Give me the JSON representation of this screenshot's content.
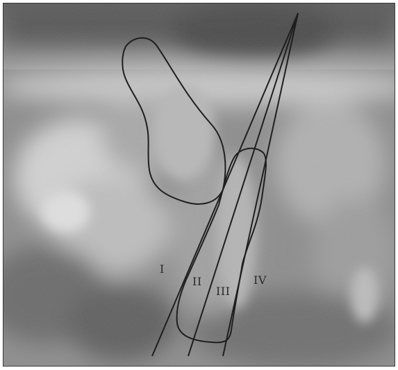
{
  "figure": {
    "zone_labels": [
      "I",
      "II",
      "III",
      "IV"
    ],
    "colors": {
      "outline": "#1e1e1e",
      "label": "#2a2a2a",
      "border": "#3a3a3a"
    }
  }
}
